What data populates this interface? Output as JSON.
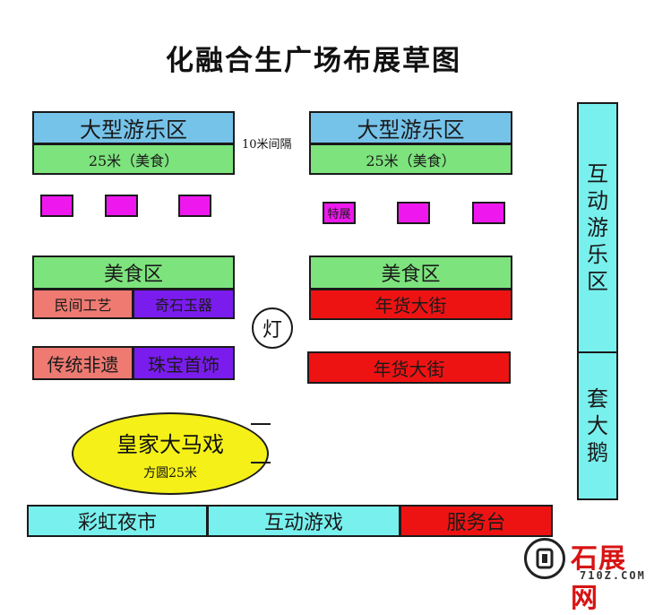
{
  "title": "化融合生广场布展草图",
  "left_amusement": {
    "label": "大型游乐区",
    "food_strip": "25米（美食）"
  },
  "spacing_note": "10米间隔",
  "right_amusement": {
    "label": "大型游乐区",
    "food_strip": "25米（美食）"
  },
  "special_booth": "特展",
  "left_food_zone": {
    "label": "美食区",
    "folk_craft": "民间工艺",
    "stone_jade": "奇石玉器"
  },
  "right_food_zone": {
    "label": "美食区",
    "new_year_street": "年货大街"
  },
  "lamp": "灯",
  "heritage": "传统非遗",
  "jewelry": "珠宝首饰",
  "new_year_street_2": "年货大街",
  "interactive_amusement": [
    "互",
    "动",
    "游",
    "乐",
    "区"
  ],
  "inflatable": [
    "套",
    "大",
    "鹅"
  ],
  "circus": {
    "name": "皇家大马戏",
    "size": "方圆25米"
  },
  "bottom_row": {
    "night_market": "彩虹夜市",
    "interactive_games": "互动游戏",
    "service_desk": "服务台"
  },
  "logo": {
    "name": "石展网",
    "url": "710Z.COM"
  },
  "colors": {
    "blue": "#76c3ea",
    "green": "#7de37d",
    "magenta": "#ee18ee",
    "salmon": "#ee7a72",
    "purple": "#7a1cee",
    "red": "#ee1313",
    "cyan": "#78f0ee",
    "yellow": "#f4f018"
  }
}
